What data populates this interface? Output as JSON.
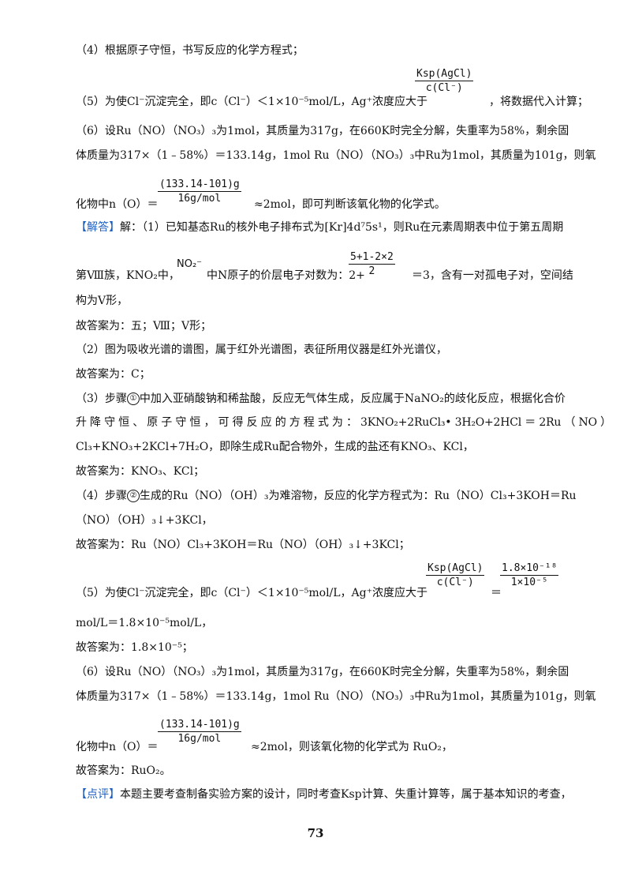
{
  "lines": {
    "l4": "（4）根据原子守恒，书写反应的化学方程式；",
    "l5": "（5）为使Cl⁻沉淀完全，即c（Cl⁻）＜1×10⁻⁵mol/L，Ag⁺浓度应大于",
    "l5_tail": "，将数据代入计算；",
    "l6a": "（6）设Ru（NO）（NO₃）₃为1mol，其质量为317g，在660K时完全分解，失重率为58%，剩余固",
    "l6b": "体质量为317×（1﹣58%）＝133.14g，1mol Ru（NO）（NO₃）₃中Ru为1mol，其质量为101g，则氧",
    "l6c_pre": "化物中n（O）＝",
    "l6c_post": "≈2mol，即可判断该氧化物的化学式。",
    "ans_tag": "【解答】",
    "ans1": "解：（1）已知基态Ru的核外电子排布式为[Kr]4d⁷5s¹，则Ru在元素周期表中位于第五周期",
    "ans1b_pre": "第Ⅷ族，KNO₂中，",
    "ans1b_mid": "中N原子的价层电子对数为：2+",
    "ans1b_post": "＝3，含有一对孤电子对，空间结",
    "ans1c": "构为V形，",
    "ans1d": "故答案为：五；Ⅷ；V形；",
    "ans2a": "（2）图为吸收光谱的谱图，属于红外光谱图，表征所用仪器是红外光谱仪，",
    "ans2b": "故答案为：C；",
    "ans3a_pre": "（3）步骤",
    "ans3a_post": "中加入亚硝酸钠和稀盐酸，反应无气体生成，反应属于NaNO₂的歧化反应，根据化合价",
    "ans3b": "升 降 守 恒 、 原 子 守 恒 ， 可 得 反 应 的 方 程 式 为 ： 3KNO₂+2RuCl₃• 3H₂O+2HCl ＝ 2Ru （ NO ）",
    "ans3c": "Cl₃+KNO₃+2KCl+7H₂O，即除生成Ru配合物外，生成的盐还有KNO₃、KCl，",
    "ans3d": "故答案为：KNO₃、KCl；",
    "ans4a_pre": "（4）步骤",
    "ans4a_post": "生成的Ru（NO）（OH）₃为难溶物，反应的化学方程式为：Ru（NO）Cl₃+3KOH＝Ru",
    "ans4b": "（NO）（OH）₃↓+3KCl，",
    "ans4c": "故答案为：Ru（NO）Cl₃+3KOH＝Ru（NO）（OH）₃↓+3KCl；",
    "ans5a": "（5）为使Cl⁻沉淀完全，即c（Cl⁻）＜1×10⁻⁵mol/L，Ag⁺浓度应大于",
    "ans5a_eq": "＝",
    "ans5b": "mol/L＝1.8×10⁻⁵mol/L，",
    "ans5c": "故答案为：1.8×10⁻⁵；",
    "ans6a": "（6）设Ru（NO）（NO₃）₃为1mol，其质量为317g，在660K时完全分解，失重率为58%，剩余固",
    "ans6b": "体质量为317×（1﹣58%）＝133.14g，1mol Ru（NO）（NO₃）₃中Ru为1mol，其质量为101g，则氧",
    "ans6c_pre": "化物中n（O）＝",
    "ans6c_post": "≈2mol，则该氧化物的化学式为 RuO₂，",
    "ans6d": "故答案为：RuO₂。",
    "comment_tag": "【点评】",
    "comment": "本题主要考查制备实验方案的设计，同时考查Ksp计算、失重计算等，属于基本知识的考查，"
  },
  "fractions": {
    "ksp_num": "Ksp(AgCl)",
    "ksp_den": "c(Cl⁻)",
    "mass_num": "(133.14-101)g",
    "mass_den": "16g/mol",
    "vsepr_num": "5+1-2×2",
    "vsepr_den": "2",
    "ksp_val_num": "1.8×10⁻¹⁸",
    "ksp_val_den": "1×10⁻⁵"
  },
  "formula_no2": "NO₂⁻",
  "step1_mark": "①",
  "step2_mark": "②",
  "page_number": "73"
}
